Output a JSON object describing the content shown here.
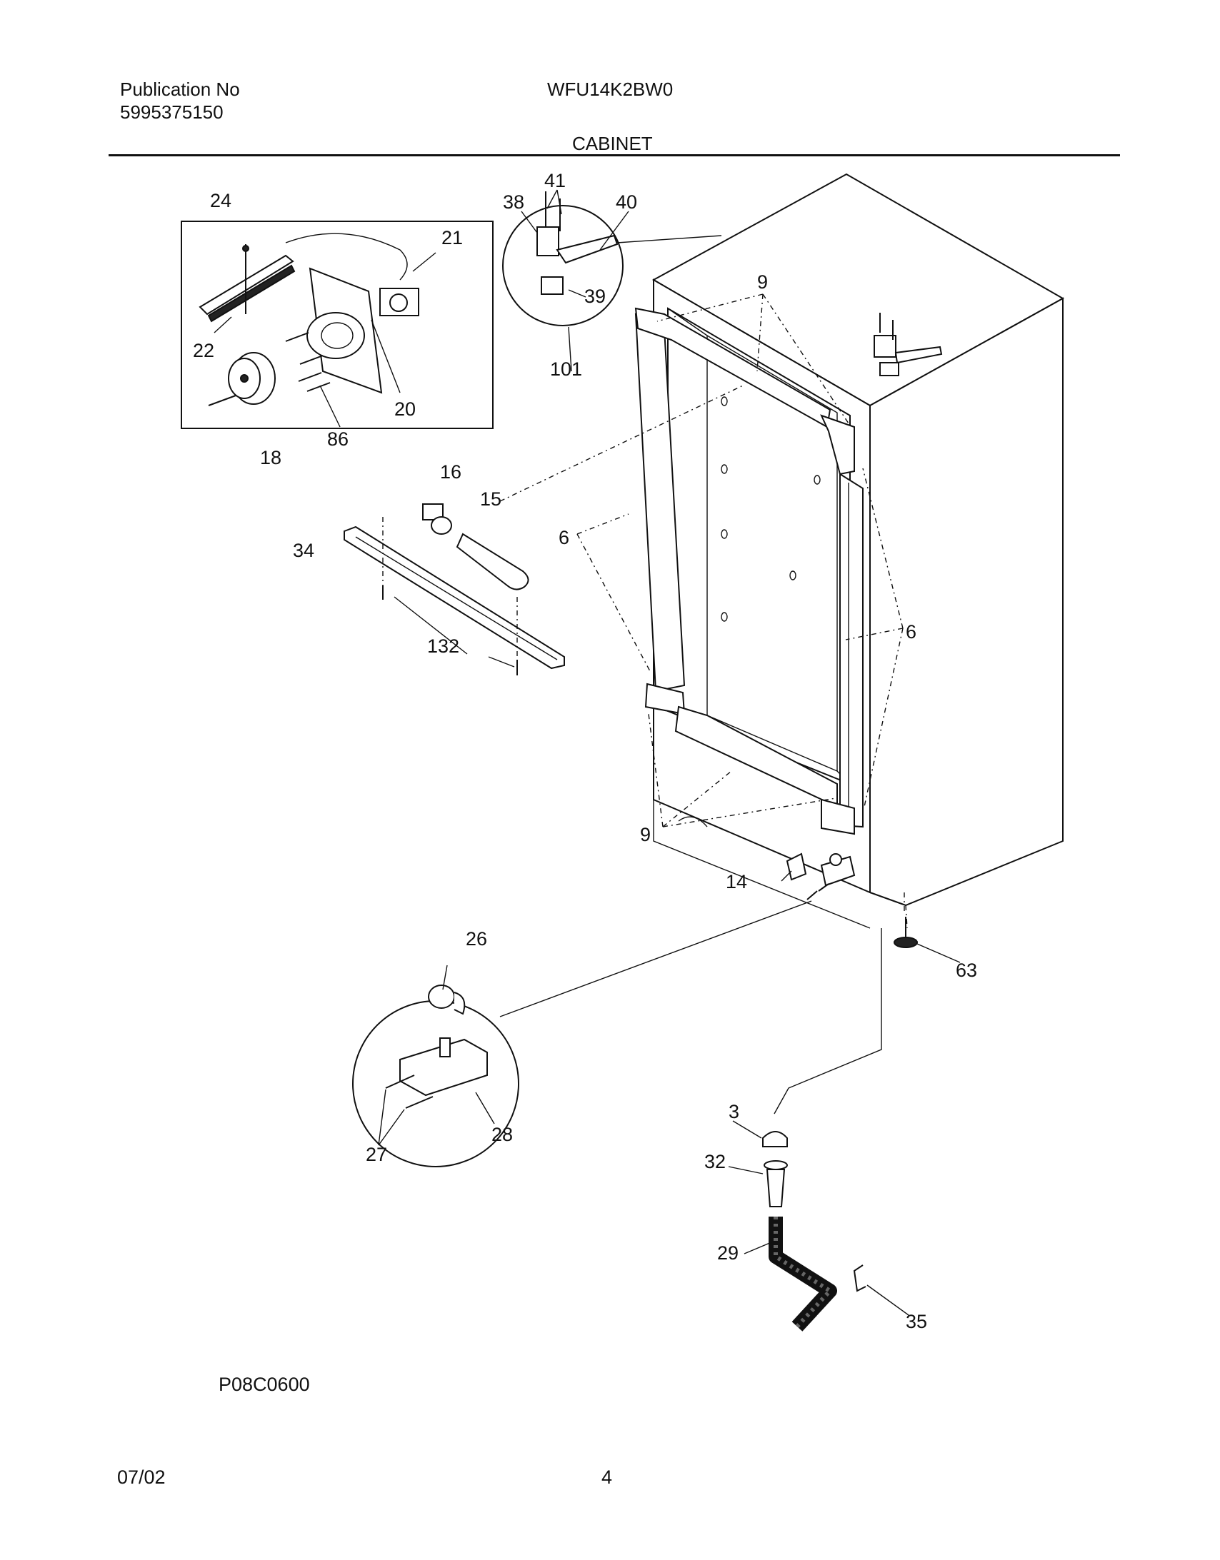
{
  "header": {
    "publication_label": "Publication No",
    "publication_number": "5995375150",
    "model": "WFU14K2BW0",
    "section": "CABINET"
  },
  "footer": {
    "figure_code": "P08C0600",
    "date": "07/02",
    "page": "4"
  },
  "callouts": [
    "24",
    "21",
    "22",
    "20",
    "18",
    "86",
    "41",
    "38",
    "40",
    "39",
    "101",
    "9",
    "16",
    "15",
    "34",
    "132",
    "6",
    "6",
    "9",
    "14",
    "63",
    "26",
    "27",
    "28",
    "3",
    "32",
    "29",
    "35"
  ]
}
